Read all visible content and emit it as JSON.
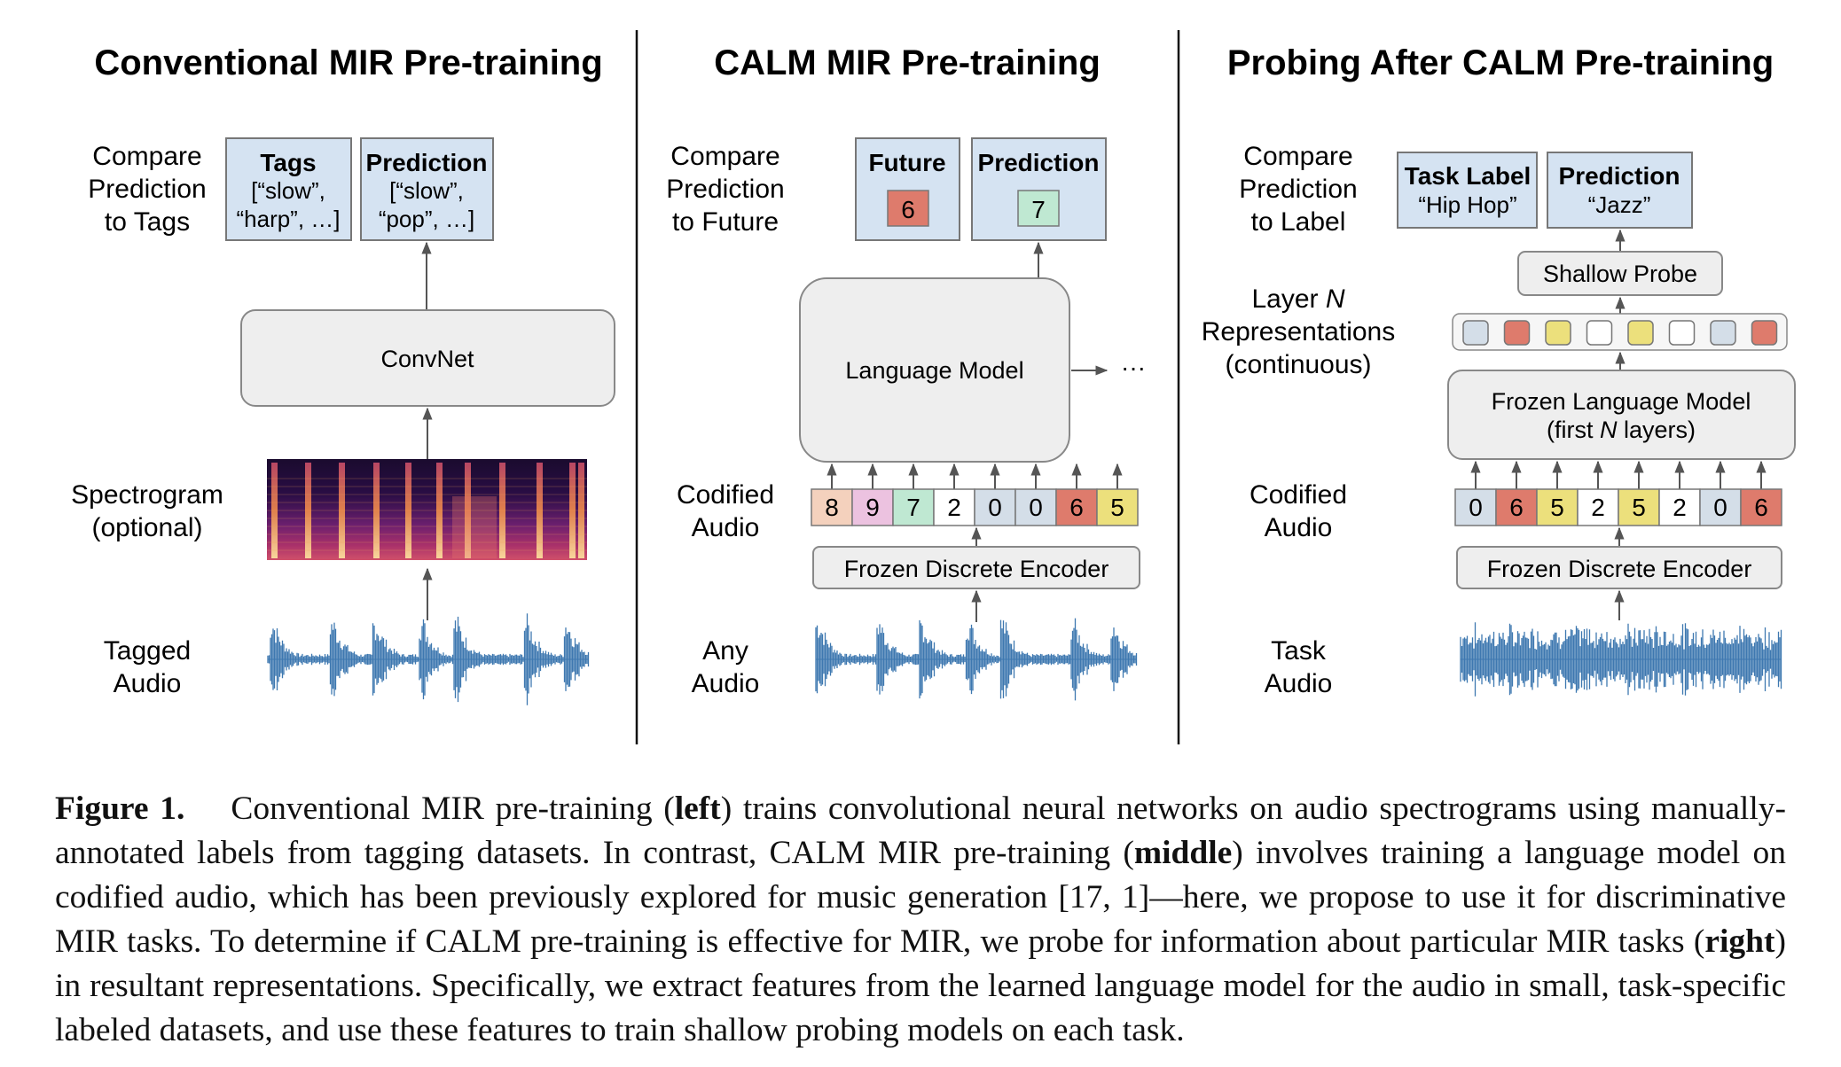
{
  "panels": {
    "conventional": {
      "title": "Conventional MIR Pre-training",
      "compare_label": [
        "Compare",
        "Prediction",
        "to Tags"
      ],
      "tags_box": {
        "title": "Tags",
        "lines": [
          "[“slow”,",
          "“harp”, …]"
        ]
      },
      "prediction_box": {
        "title": "Prediction",
        "lines": [
          "[“slow”,",
          "“pop”, …]"
        ]
      },
      "model": "ConvNet",
      "spectrogram_label": [
        "Spectrogram",
        "(optional)"
      ],
      "audio_label": [
        "Tagged",
        "Audio"
      ]
    },
    "calm": {
      "title": "CALM MIR Pre-training",
      "compare_label": [
        "Compare",
        "Prediction",
        "to Future"
      ],
      "future_box": {
        "title": "Future",
        "token": "6"
      },
      "prediction_box": {
        "title": "Prediction",
        "token": "7"
      },
      "model": "Language Model",
      "ellipsis": "···",
      "codified_label": [
        "Codified",
        "Audio"
      ],
      "tokens": [
        "8",
        "9",
        "7",
        "2",
        "0",
        "0",
        "6",
        "5"
      ],
      "encoder": "Frozen Discrete Encoder",
      "audio_label": [
        "Any",
        "Audio"
      ]
    },
    "probing": {
      "title": "Probing After CALM Pre-training",
      "compare_label": [
        "Compare",
        "Prediction",
        "to Label"
      ],
      "task_box": {
        "title": "Task Label",
        "value": "“Hip Hop”"
      },
      "prediction_box": {
        "title": "Prediction",
        "value": "“Jazz”"
      },
      "probe": "Shallow Probe",
      "layer_label": [
        "Layer N",
        "Representations",
        "(continuous)"
      ],
      "frozen_lm": [
        "Frozen Language Model",
        "(first N layers)"
      ],
      "codified_label": [
        "Codified",
        "Audio"
      ],
      "tokens": [
        "0",
        "6",
        "5",
        "2",
        "5",
        "2",
        "0",
        "6"
      ],
      "encoder": "Frozen Discrete Encoder",
      "audio_label": [
        "Task",
        "Audio"
      ]
    }
  },
  "token_colors": {
    "0": "#d4dee8",
    "2": "#ffffff",
    "5": "#ece07c",
    "6": "#de7b6c",
    "7": "#bfe8d2",
    "8": "#f4d1bd",
    "9": "#ecc2e0"
  },
  "representation_colors": [
    "#d4dee8",
    "#de7b6c",
    "#ece07c",
    "#ffffff",
    "#ece07c",
    "#ffffff",
    "#d4dee8",
    "#de7b6c"
  ],
  "colors": {
    "box_blue": "#d5e3f2",
    "box_gray": "#eeeeee",
    "waveform": "#3e78b0"
  },
  "caption": {
    "label": "Figure 1.",
    "t1": "Conventional MIR pre-training (",
    "b1": "left",
    "t2": ") trains convolutional neural networks on audio spectrograms using manually-annotated labels from tagging datasets. In contrast, CALM MIR pre-training (",
    "b2": "middle",
    "t3": ") involves training a language model on codified audio, which has been previously explored for music generation [17, 1]—here, we propose to use it for discriminative MIR tasks. To determine if CALM pre-training is effective for MIR, we probe for information about particular MIR tasks (",
    "b3": "right",
    "t4": ") in resultant representations. Specifically, we extract features from the learned language model for the audio in small, task-specific labeled datasets, and use these features to train shallow probing models on each task."
  }
}
